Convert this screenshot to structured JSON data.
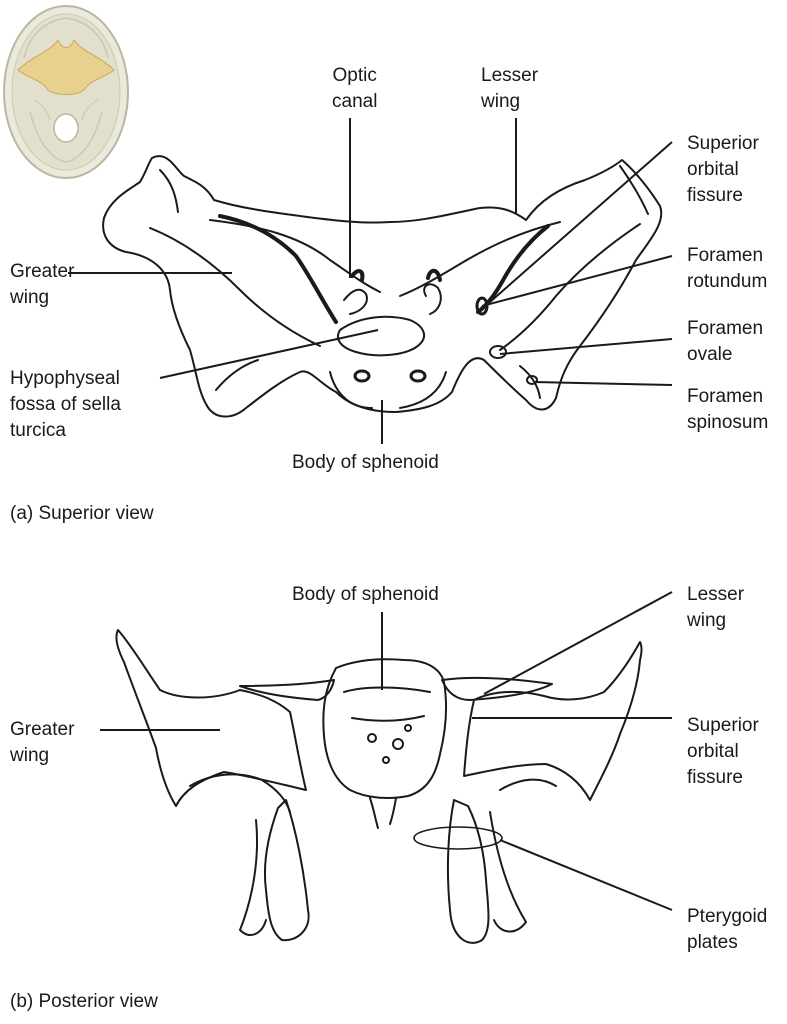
{
  "panel_a": {
    "caption": "(a) Superior view",
    "labels": {
      "optic_canal": "Optic\ncanal",
      "lesser_wing": "Lesser\nwing",
      "superior_orbital_fissure": "Superior\norbital\nfissure",
      "greater_wing": "Greater\nwing",
      "foramen_rotundum": "Foramen\nrotundum",
      "foramen_ovale": "Foramen\novale",
      "hypophyseal_fossa": "Hypophyseal\nfossa of sella\nturcica",
      "foramen_spinosum": "Foramen\nspinosum",
      "body_of_sphenoid": "Body of sphenoid"
    }
  },
  "panel_b": {
    "caption": "(b) Posterior view",
    "labels": {
      "body_of_sphenoid": "Body of sphenoid",
      "lesser_wing": "Lesser\nwing",
      "greater_wing": "Greater\nwing",
      "superior_orbital_fissure": "Superior\norbital\nfissure",
      "pterygoid_plates": "Pterygoid\nplates"
    }
  },
  "colors": {
    "line": "#1a1a1a",
    "bone_highlight": "#e6cf8f",
    "skull_fill": "#e8e6d6",
    "skull_rim": "#c9c6b3"
  }
}
